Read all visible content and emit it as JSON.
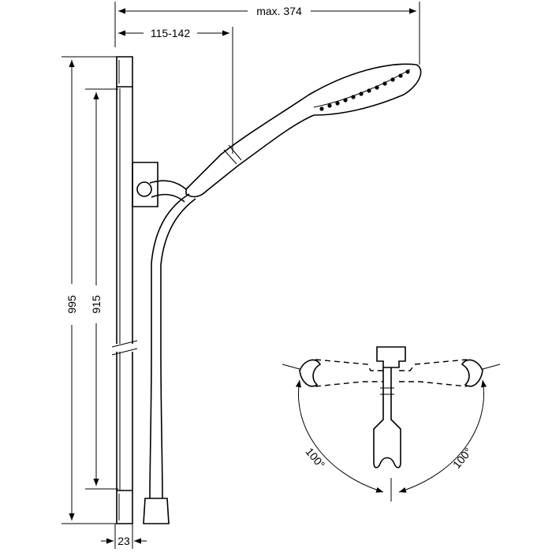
{
  "dimensions": {
    "max_reach": "max. 374",
    "adjust_range": "115-142",
    "total_height": "995",
    "rail_length": "915",
    "rail_depth": "23",
    "swivel_left": "100°",
    "swivel_right": "100°"
  }
}
